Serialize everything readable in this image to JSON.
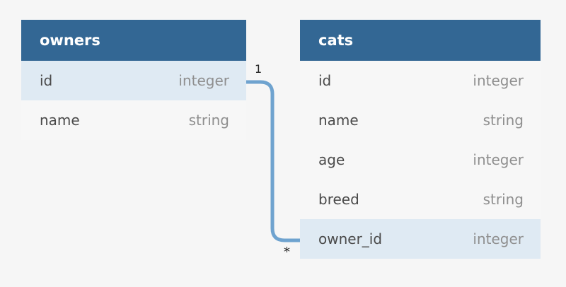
{
  "tables": {
    "owners": {
      "title": "owners",
      "columns": [
        {
          "name": "id",
          "type": "integer",
          "highlighted": true
        },
        {
          "name": "name",
          "type": "string",
          "highlighted": false
        }
      ]
    },
    "cats": {
      "title": "cats",
      "columns": [
        {
          "name": "id",
          "type": "integer",
          "highlighted": false
        },
        {
          "name": "name",
          "type": "string",
          "highlighted": false
        },
        {
          "name": "age",
          "type": "integer",
          "highlighted": false
        },
        {
          "name": "breed",
          "type": "string",
          "highlighted": false
        },
        {
          "name": "owner_id",
          "type": "integer",
          "highlighted": true
        }
      ]
    }
  },
  "relationship": {
    "from": "owners.id",
    "to": "cats.owner_id",
    "from_cardinality": "1",
    "to_cardinality": "*"
  },
  "colors": {
    "header_bg": "#336794",
    "header_text": "#ffffff",
    "highlight_row": "#dfeaf3",
    "connector": "#6fa3cf",
    "background": "#f6f6f6"
  }
}
